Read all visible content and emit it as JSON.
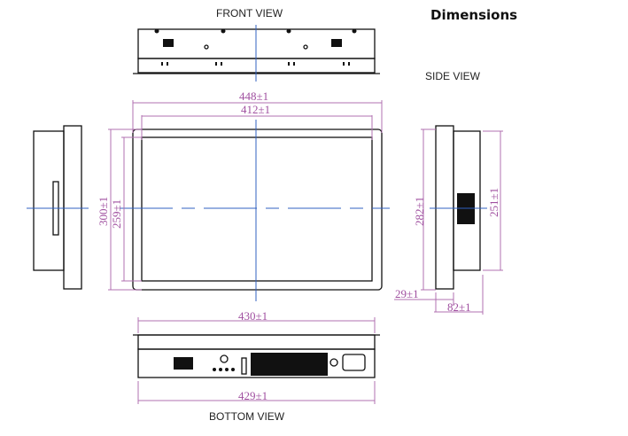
{
  "title": "Dimensions",
  "views": {
    "front": "FRONT VIEW",
    "side": "SIDE VIEW",
    "bottom": "BOTTOM  VIEW"
  },
  "dimensions": {
    "outer_width": "448±1",
    "inner_width": "412±1",
    "outer_height": "300±1",
    "inner_height": "259±1",
    "side_height": "282±1",
    "side_inner_height": "251±1",
    "bezel_depth": "29±1",
    "total_depth": "82±1",
    "bottom_width": "430±1",
    "bottom_inner_width": "429±1"
  },
  "colors": {
    "dimension": "#a050a0",
    "centerline": "#3060c0"
  }
}
